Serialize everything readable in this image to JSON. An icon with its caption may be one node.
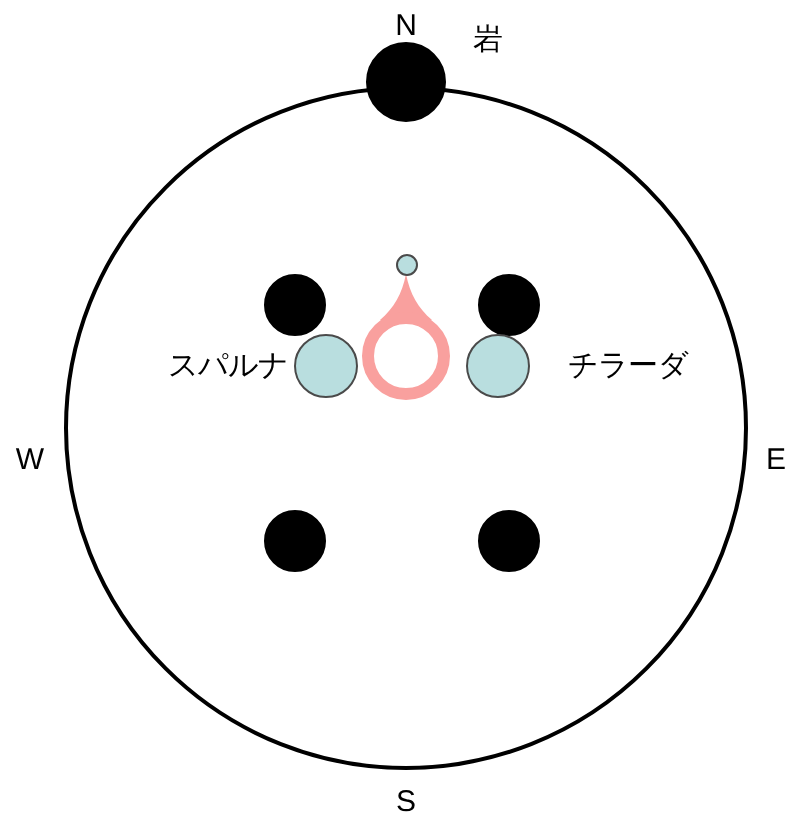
{
  "diagram": {
    "nodes": [
      {
        "text": [],
        "shape": "circle",
        "beside": [
          "岩"
        ]
      },
      {
        "text": [],
        "shape": "circle"
      },
      {
        "text": [],
        "shape": "circle"
      },
      {
        "text": [],
        "shape": "circle"
      },
      {
        "text": [],
        "shape": "circle",
        "beside": [
          "スパルナ"
        ]
      },
      {
        "text": [],
        "shape": "circle",
        "beside": [
          "チラーダ"
        ]
      },
      {
        "text": [],
        "shape": "circle"
      },
      {
        "text": [],
        "shape": "circle"
      }
    ],
    "labels": [
      "N",
      "W",
      "E",
      "S"
    ]
  }
}
